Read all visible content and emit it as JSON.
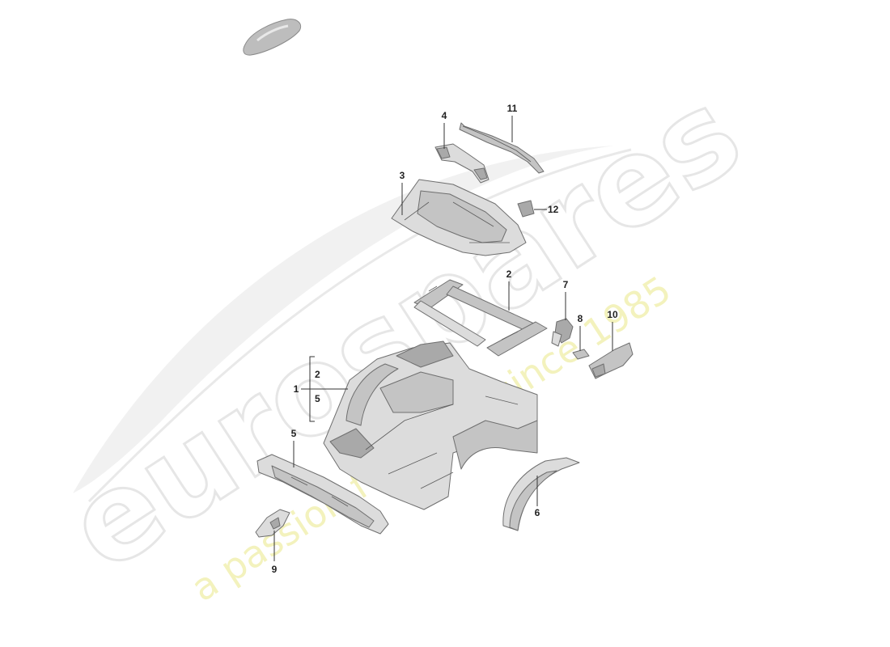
{
  "watermark": {
    "brand": "eurospares",
    "tagline": "a passion for parts since 1985",
    "brand_color": "#e6e6e6",
    "tagline_color": "#f3f2bd"
  },
  "callouts": {
    "c1": "1",
    "c1_sub_a": "2",
    "c1_sub_b": "5",
    "c2": "2",
    "c3": "3",
    "c4": "4",
    "c5": "5",
    "c6": "6",
    "c7": "7",
    "c8": "8",
    "c9": "9",
    "c10": "10",
    "c11": "11",
    "c12": "12"
  },
  "icons": {
    "vehicle_thumbnail": "car-silhouette-icon"
  }
}
